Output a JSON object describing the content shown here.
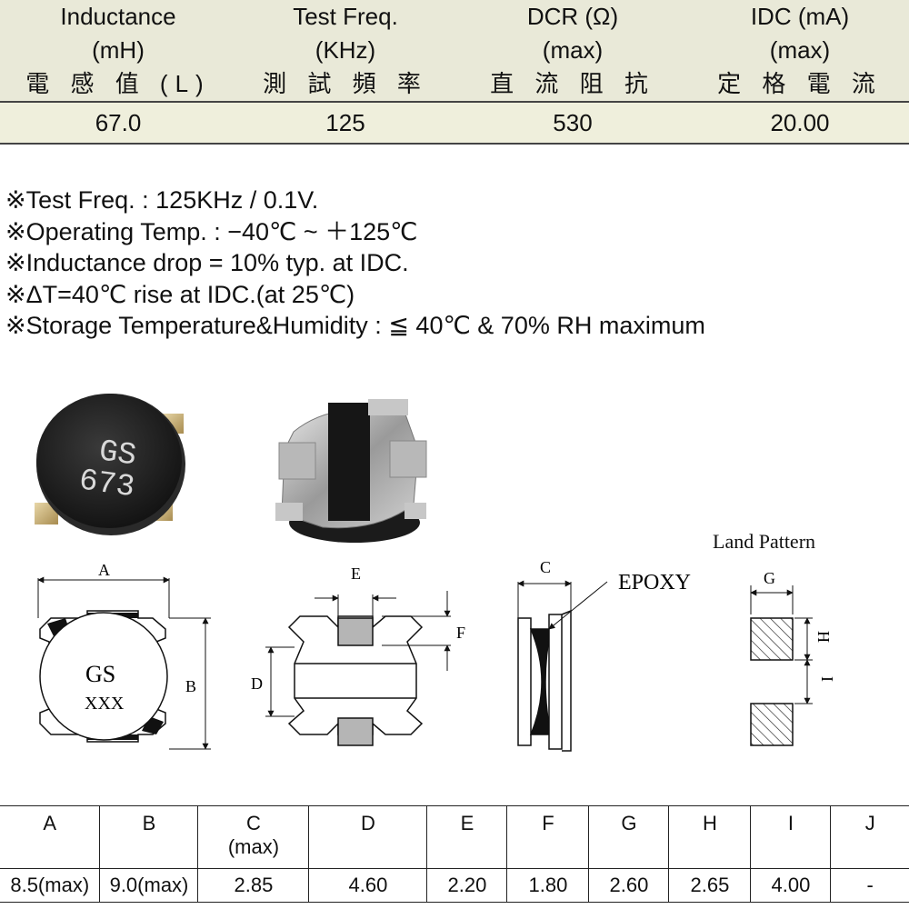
{
  "spec_table": {
    "headers": [
      {
        "line1": "Inductance",
        "line2": "(mH)",
        "line3": "電 感 值 (L)"
      },
      {
        "line1": "Test Freq.",
        "line2": "(KHz)",
        "line3": "測 試 頻 率"
      },
      {
        "line1": "DCR (Ω)",
        "line2": "(max)",
        "line3": "直 流 阻 抗"
      },
      {
        "line1": "IDC (mA)",
        "line2": "(max)",
        "line3": "定 格 電 流"
      }
    ],
    "row": [
      "67.0",
      "125",
      "530",
      "20.00"
    ]
  },
  "notes": [
    "※Test Freq. : 125KHz / 0.1V.",
    "※Operating Temp. : −40℃ ~ ＋125℃",
    "※Inductance drop = 10% typ. at IDC.",
    "※ΔT=40℃ rise at IDC.(at 25℃)",
    "※Storage Temperature&Humidity : ≦ 40℃ & 70% RH maximum"
  ],
  "photo": {
    "marking_line1": "GS",
    "marking_line2": "673"
  },
  "drawing": {
    "top_view": {
      "dim_a": "A",
      "dim_b": "B",
      "marking_line1": "GS",
      "marking_line2": "XXX"
    },
    "bottom_view": {
      "dim_e": "E",
      "dim_f": "F",
      "dim_d": "D"
    },
    "side_view": {
      "dim_c": "C",
      "epoxy_label": "EPOXY"
    },
    "land_pattern": {
      "title": "Land Pattern",
      "dim_g": "G",
      "dim_h": "H",
      "dim_i": "I"
    }
  },
  "dim_table": {
    "headers": [
      {
        "line1": "A",
        "line2": ""
      },
      {
        "line1": "B",
        "line2": ""
      },
      {
        "line1": "C",
        "line2": "(max)"
      },
      {
        "line1": "D",
        "line2": ""
      },
      {
        "line1": "E",
        "line2": ""
      },
      {
        "line1": "F",
        "line2": ""
      },
      {
        "line1": "G",
        "line2": ""
      },
      {
        "line1": "H",
        "line2": ""
      },
      {
        "line1": "I",
        "line2": ""
      },
      {
        "line1": "J",
        "line2": ""
      }
    ],
    "values": [
      "8.5(max)",
      "9.0(max)",
      "2.85",
      "4.60",
      "2.20",
      "1.80",
      "2.60",
      "2.65",
      "4.00",
      "-"
    ]
  }
}
